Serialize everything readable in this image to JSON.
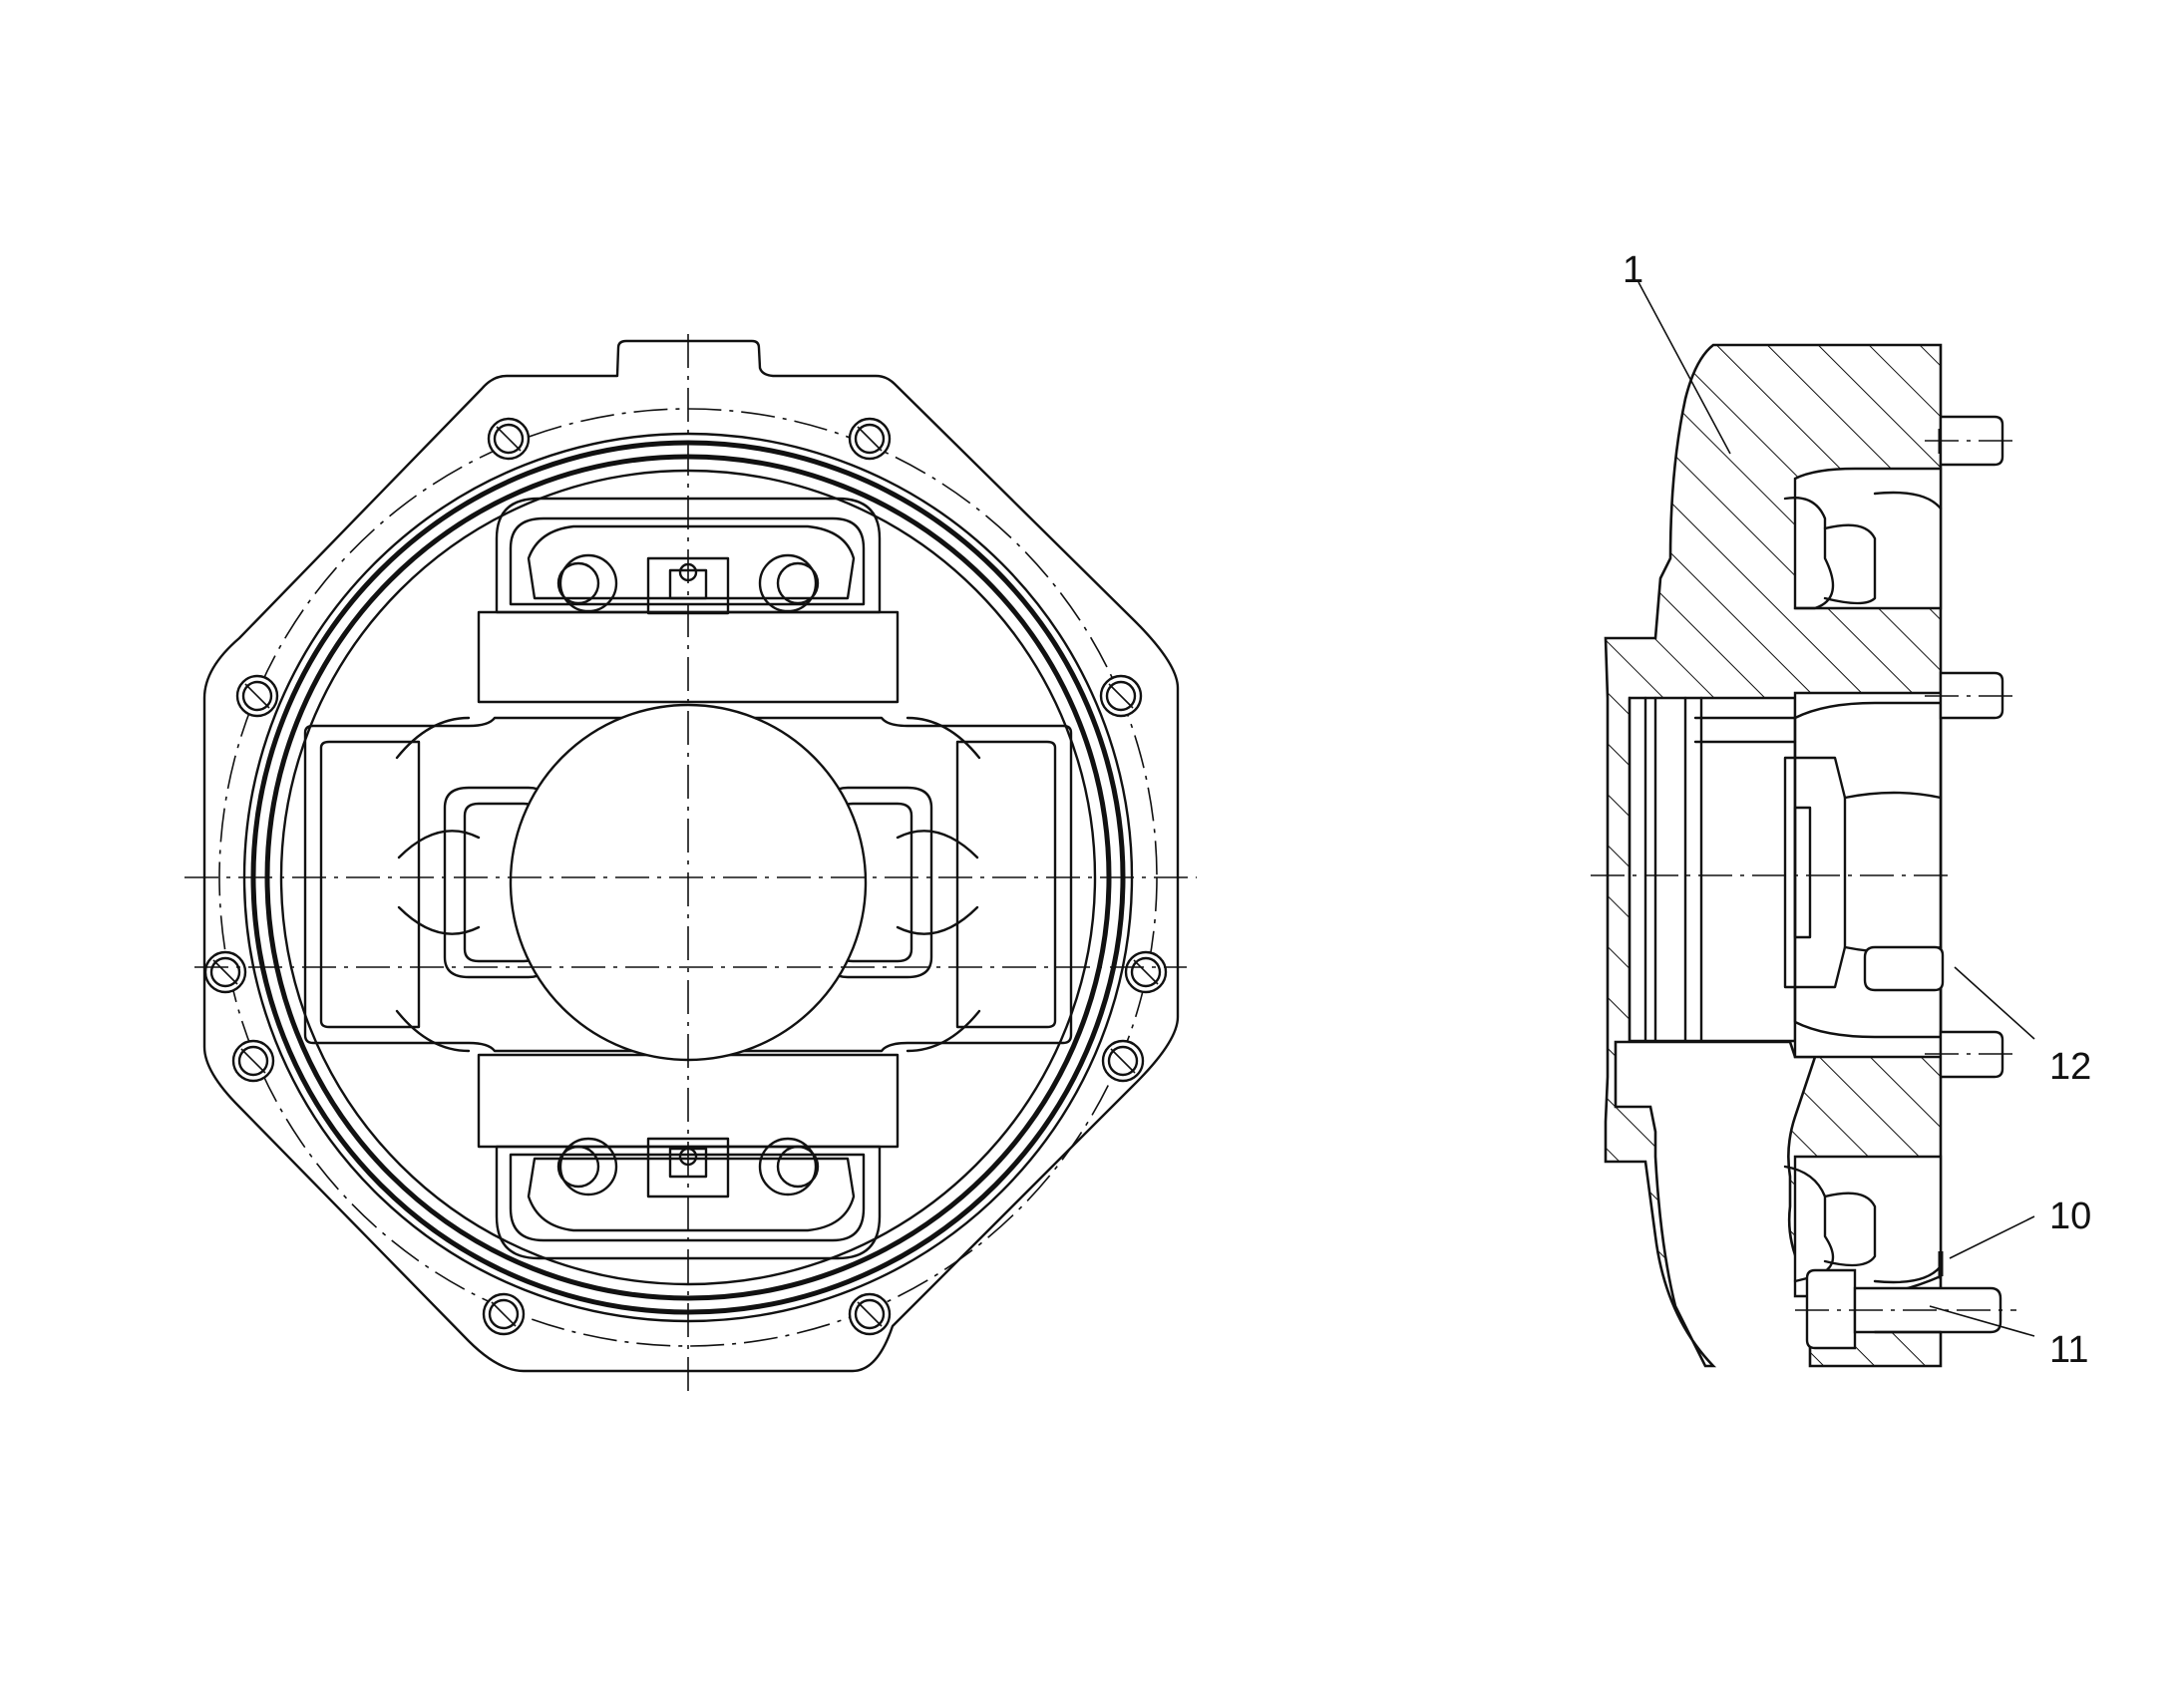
{
  "callouts": [
    {
      "id": "1",
      "text": "1"
    },
    {
      "id": "12",
      "text": "12"
    },
    {
      "id": "10",
      "text": "10"
    },
    {
      "id": "11",
      "text": "11"
    }
  ],
  "colors": {
    "line": "#111111",
    "background": "#ffffff"
  }
}
